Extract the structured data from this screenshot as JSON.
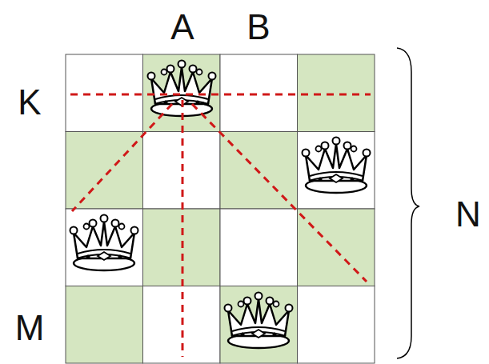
{
  "diagram": {
    "labels": [
      "A",
      "B",
      "K",
      "N",
      "M"
    ]
  }
}
